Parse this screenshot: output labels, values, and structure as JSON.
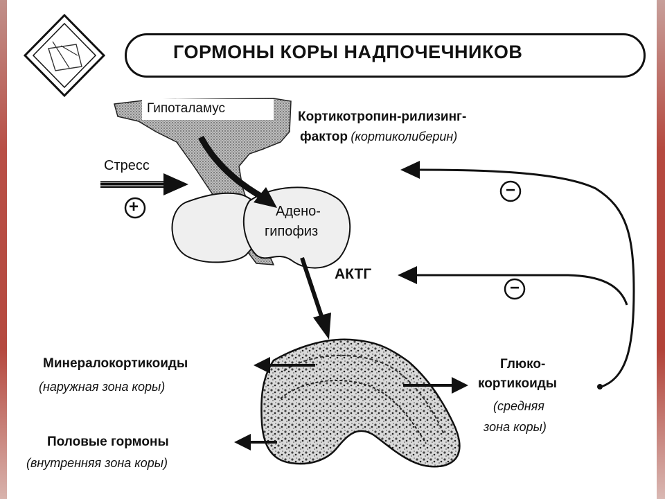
{
  "title": "ГОРМОНЫ КОРЫ НАДПОЧЕЧНИКОВ",
  "labels": {
    "hypothalamus": "Гипоталамус",
    "crf_line1": "Кортикотропин-рилизинг-",
    "crf_line2_bold": "фактор",
    "crf_line2_italic": "(кортиколиберин)",
    "stress": "Стресс",
    "adeno_line1": "Адено-",
    "adeno_line2": "гипофиз",
    "actg": "АКТГ",
    "mineralo": "Минералокортикоиды",
    "mineralo_zone": "(наружная зона коры)",
    "sex_hormones": "Половые гормоны",
    "sex_zone": "(внутренняя зона коры)",
    "gluco_line1": "Глюко-",
    "gluco_line2": "кортикоиды",
    "gluco_zone_line1": "(средняя",
    "gluco_zone_line2": "зона коры)"
  },
  "signs": {
    "stimulation": "+",
    "inhibition_crf": "−",
    "inhibition_actg": "−"
  },
  "colors": {
    "edge": "#b5493f",
    "ink": "#111111",
    "gland_fill": "#eeeeee",
    "hypothalamus_fill": "#a9a9a9"
  }
}
